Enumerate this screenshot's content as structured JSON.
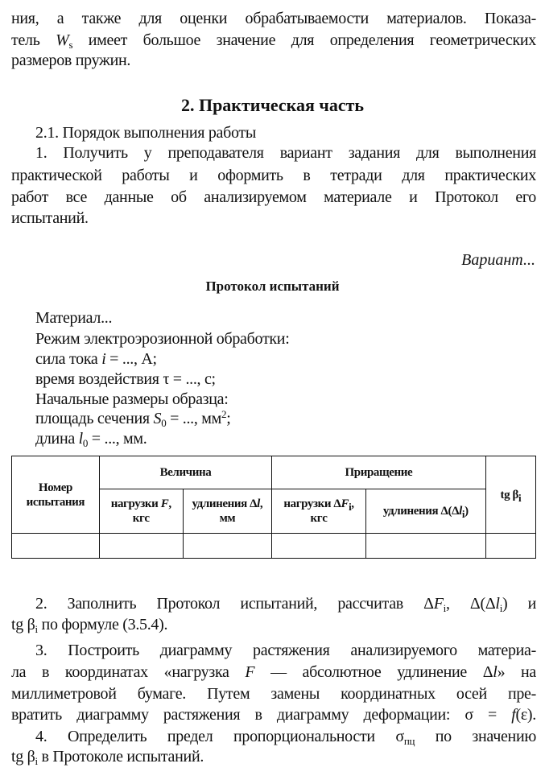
{
  "intro_lines": [
    [
      "ния, а также для оценки обрабатываемости материалов. Показа-"
    ],
    [
      "тель ",
      {
        "i": "W"
      },
      {
        "sub": "s"
      },
      " имеет большое значение для определения геометрических"
    ],
    [
      "размеров пружин."
    ]
  ],
  "section_title": "2. Практическая часть",
  "subsection": "2.1. Порядок выполнения работы",
  "step1_lines": [
    [
      "1. Получить у преподавателя вариант задания для выполнения"
    ],
    [
      "практической работы и оформить в тетради для практических"
    ],
    [
      "работ все данные об анализируемом материале и Протокол его"
    ],
    [
      "испытаний."
    ]
  ],
  "variant": "Вариант...",
  "protocol_title": "Протокол испытаний",
  "protocol_lines": [
    [
      "Материал..."
    ],
    [
      "Режим электроэрозионной обработки:"
    ],
    [
      "сила тока ",
      {
        "i": "i"
      },
      " = ..., А;"
    ],
    [
      "время воздействия τ = ..., с;"
    ],
    [
      "Начальные размеры образца:"
    ],
    [
      "площадь сечения ",
      {
        "i": "S"
      },
      {
        "sub": "0"
      },
      " = ..., мм",
      {
        "sup": "2"
      },
      ";"
    ],
    [
      "длина ",
      {
        "i": "l"
      },
      {
        "sub": "0"
      },
      " = ..., мм."
    ]
  ],
  "table": {
    "col_number": "Номер испытания",
    "group_value": "Величина",
    "group_increment": "Приращение",
    "load": [
      "нагрузки ",
      {
        "i": "F"
      },
      ", кгс"
    ],
    "elong": [
      "удлинения Δ",
      {
        "i": "l"
      },
      ", мм"
    ],
    "dload": [
      "нагрузки Δ",
      {
        "i": "F"
      },
      {
        "sub": "i"
      },
      ", кгс"
    ],
    "delong": [
      "удлинения Δ(Δ",
      {
        "i": "l"
      },
      {
        "sub": "i"
      },
      ")"
    ],
    "tg": [
      "tg β",
      {
        "sub": "i"
      }
    ]
  },
  "after_lines": [
    [
      "2. Заполнить Протокол испытаний, рассчитав Δ",
      {
        "i": "F"
      },
      {
        "sub": "i"
      },
      ", Δ(Δ",
      {
        "i": "l"
      },
      {
        "sub": "i"
      },
      ") и"
    ],
    [
      "tg β",
      {
        "sub": "i"
      },
      " по формуле (3.5.4)."
    ],
    [
      "3. Построить диаграмму растяжения анализируемого материа-"
    ],
    [
      "ла в координатах «нагрузка ",
      {
        "i": "F"
      },
      " — абсолютное удлинение Δ",
      {
        "i": "l"
      },
      "» на"
    ],
    [
      "миллиметровой бумаге. Путем замены координатных осей пре-"
    ],
    [
      "вратить диаграмму растяжения в диаграмму деформации: σ = ",
      {
        "i": "f"
      },
      "(ε)."
    ],
    [
      "4. Определить предел пропорциональности σ",
      {
        "sub": "пц"
      },
      " по значению"
    ],
    [
      "tg β",
      {
        "sub": "i"
      },
      " в Протоколе испытаний."
    ]
  ]
}
